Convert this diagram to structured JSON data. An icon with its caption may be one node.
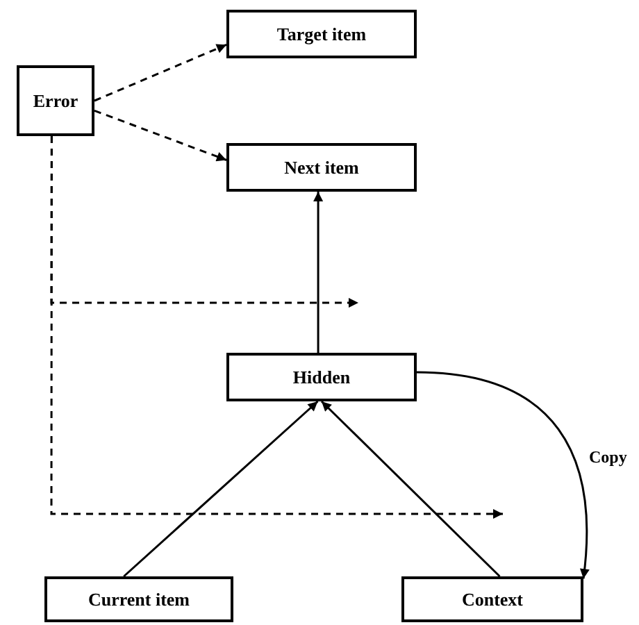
{
  "diagram": {
    "nodes": [
      {
        "text": [
          "Target item"
        ]
      },
      {
        "text": [
          "Error"
        ]
      },
      {
        "text": [
          "Next item"
        ]
      },
      {
        "text": [
          "Hidden"
        ]
      },
      {
        "text": [
          "Current item"
        ]
      },
      {
        "text": [
          "Context"
        ]
      }
    ],
    "edges": [
      {
        "from": 1,
        "to": 0,
        "arrow": "to",
        "style": "dashed"
      },
      {
        "from": 1,
        "to": 2,
        "arrow": "to",
        "style": "dashed"
      },
      {
        "from": 3,
        "to": 2,
        "arrow": "to"
      },
      {
        "from": 4,
        "to": 3,
        "arrow": "to"
      },
      {
        "from": 5,
        "to": 3,
        "arrow": "to"
      },
      {
        "from": 3,
        "to": 5,
        "arrow": "to",
        "label": "Copy"
      },
      {
        "from": 1,
        "to": null,
        "arrow": "to",
        "style": "dashed"
      },
      {
        "from": 1,
        "to": null,
        "arrow": "to",
        "style": "dashed"
      }
    ]
  }
}
